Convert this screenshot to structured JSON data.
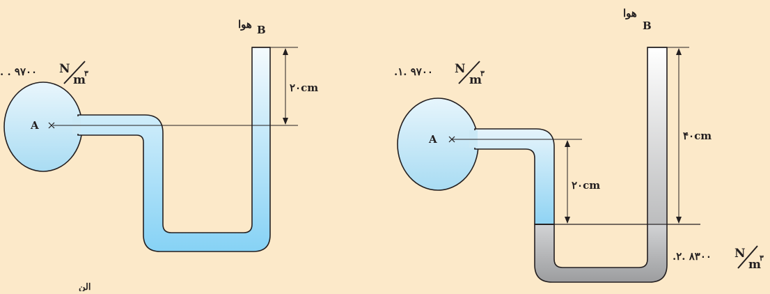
{
  "left_figure": {
    "point_a": "A",
    "point_b": "B",
    "air_label": "هوا",
    "height_label": "۲۰cm",
    "density_value": ". . ۹۷۰۰",
    "density_unit_top": "N",
    "density_unit_bottom": "m",
    "density_unit_exp": "۳"
  },
  "right_figure": {
    "point_a": "A",
    "point_b": "B",
    "air_label": "هوا",
    "height_label_upper": "۴۰cm",
    "height_label_lower": "۲۰cm",
    "top_density_value": ".۱. ۹۷۰۰",
    "top_density_unit_top": "N",
    "top_density_unit_bottom": "m",
    "top_density_unit_exp": "۳",
    "bottom_density_value": ".۲. ۸۳۰۰",
    "bottom_density_unit_top": "N",
    "bottom_density_unit_bottom": "m",
    "bottom_density_unit_exp": "۳"
  },
  "footer_fragment": "الن",
  "colors": {
    "background": "#fce9c9",
    "liquid_light": "#e3f2fb",
    "liquid_dark": "#8bd4f5",
    "mercury_dark": "#a9aaac",
    "mercury_light": "#f2f2f3",
    "outline": "#231f20"
  }
}
